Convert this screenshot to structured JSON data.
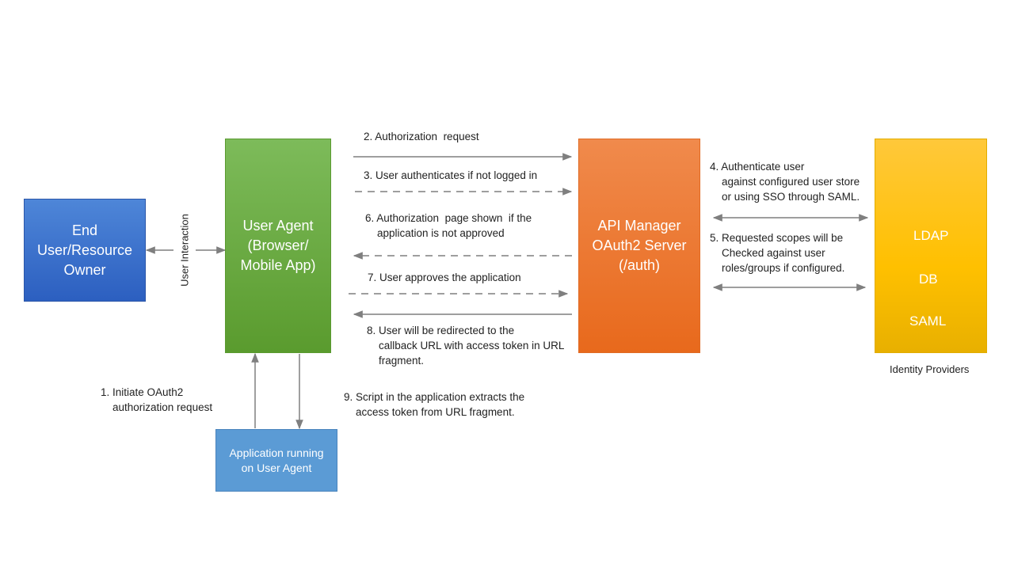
{
  "boxes": {
    "end_user": "End\nUser/Resource\nOwner",
    "user_agent": "User Agent\n(Browser/\nMobile App)",
    "api_manager": "API Manager\nOAuth2 Server\n(/auth)",
    "application": "Application running\non User Agent"
  },
  "identity_providers": {
    "ldap": "LDAP",
    "db": "DB",
    "saml": "SAML",
    "caption": "Identity Providers"
  },
  "user_interaction": "User Interaction",
  "steps": {
    "s1": "1. Initiate OAuth2\n    authorization request",
    "s2": "2. Authorization  request",
    "s3": "3. User authenticates if not logged in",
    "s4": "4. Authenticate user\n    against configured user store\n    or using SSO through SAML.",
    "s5": "5. Requested scopes will be\n    Checked against user\n    roles/groups if configured.",
    "s6": "6. Authorization  page shown  if the\n    application is not approved",
    "s7": "7. User approves the application",
    "s8": "8. User will be redirected to the\n    callback URL with access token in URL\n    fragment.",
    "s9": "9. Script in the application extracts the\n    access token from URL fragment."
  },
  "colors": {
    "end_user": "#3a71cc",
    "user_agent": "#6aaa3f",
    "api_manager": "#ec7a35",
    "identity_providers": "#ffc000",
    "application": "#5b9bd5",
    "arrow": "#7f7f7f"
  }
}
